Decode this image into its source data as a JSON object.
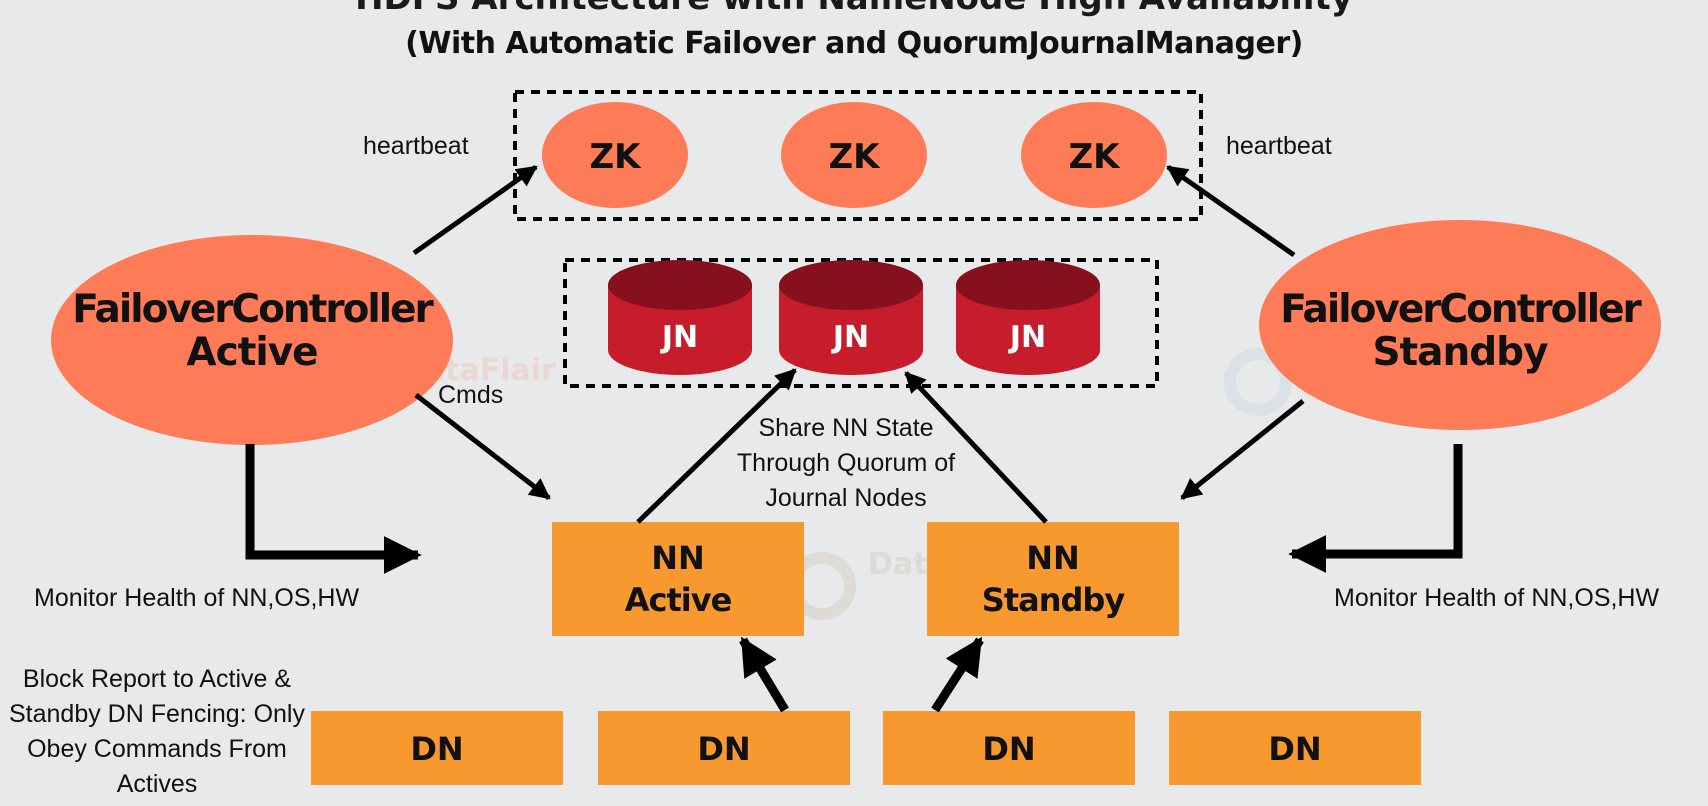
{
  "header": {
    "title": "HDFS Architecture with NameNode High Availability",
    "subtitle": "(With Automatic Failover and QuorumJournalManager)"
  },
  "zookeeper": {
    "nodes": [
      "ZK",
      "ZK",
      "ZK"
    ]
  },
  "journal": {
    "nodes": [
      "JN",
      "JN",
      "JN"
    ]
  },
  "controllers": {
    "active": {
      "line1": "FailoverController",
      "line2": "Active"
    },
    "standby": {
      "line1": "FailoverController",
      "line2": "Standby"
    }
  },
  "namenodes": {
    "active": {
      "line1": "NN",
      "line2": "Active"
    },
    "standby": {
      "line1": "NN",
      "line2": "Standby"
    }
  },
  "datanodes": [
    "DN",
    "DN",
    "DN",
    "DN"
  ],
  "labels": {
    "heartbeat_left": "heartbeat",
    "heartbeat_right": "heartbeat",
    "cmds": "Cmds",
    "share_state": [
      "Share NN State",
      "Through Quorum of",
      "Journal Nodes"
    ],
    "monitor_left": "Monitor Health of NN,OS,HW",
    "monitor_right": "Monitor Health of NN,OS,HW",
    "block_report": [
      "Block Report to Active &",
      "Standby DN Fencing: Only",
      "Obey Commands From",
      "Actives"
    ]
  },
  "watermark": "DataFlair",
  "colors": {
    "background": "#e8e9ea",
    "coral": "#fd7b56",
    "orange": "#f7992f",
    "jn_red": "#c61c2c",
    "jn_top": "#86101d",
    "text": "#111111"
  }
}
